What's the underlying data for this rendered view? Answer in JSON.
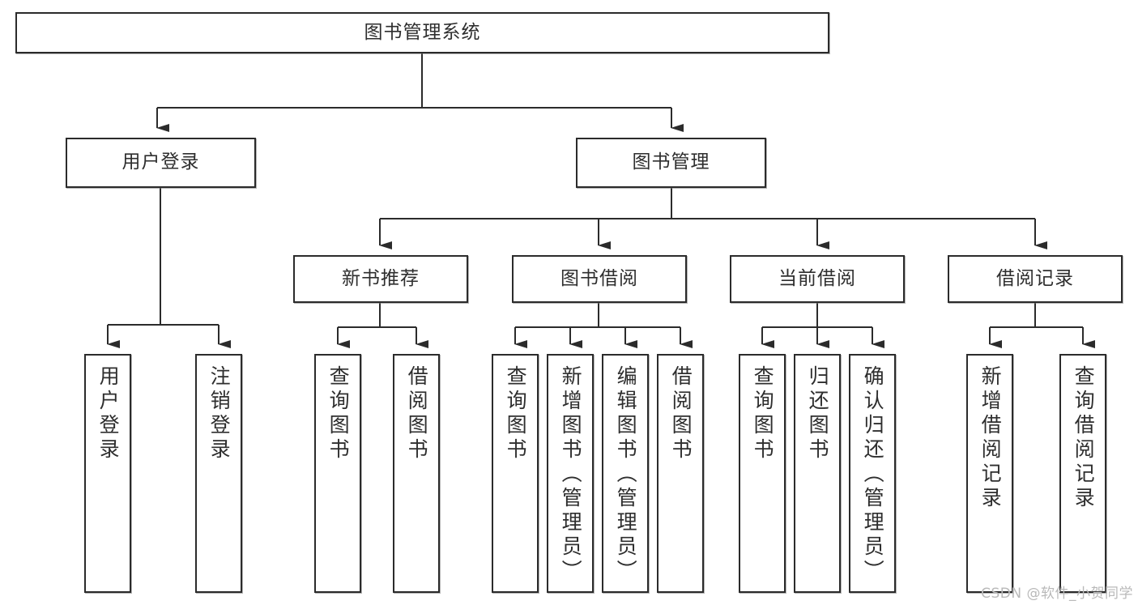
{
  "diagram": {
    "type": "tree",
    "title": "图书管理系统",
    "root": {
      "label": "图书管理系统"
    },
    "level2": [
      {
        "label": "用户登录"
      },
      {
        "label": "图书管理"
      }
    ],
    "level3": [
      {
        "label": "新书推荐"
      },
      {
        "label": "图书借阅"
      },
      {
        "label": "当前借阅"
      },
      {
        "label": "借阅记录"
      }
    ],
    "leaves": {
      "user_login": [
        {
          "label": "用户登录"
        },
        {
          "label": "注销登录"
        }
      ],
      "new_book_recommend": [
        {
          "label": "查询图书"
        },
        {
          "label": "借阅图书"
        }
      ],
      "book_borrow": [
        {
          "label": "查询图书"
        },
        {
          "label": "新增图书（管理员）"
        },
        {
          "label": "编辑图书（管理员）"
        },
        {
          "label": "借阅图书"
        }
      ],
      "current_borrow": [
        {
          "label": "查询图书"
        },
        {
          "label": "归还图书"
        },
        {
          "label": "确认归还（管理员）"
        }
      ],
      "borrow_record": [
        {
          "label": "新增借阅记录"
        },
        {
          "label": "查询借阅记录"
        }
      ]
    }
  },
  "watermark": {
    "text": "CSDN @软件_小贺同学"
  },
  "colors": {
    "border": "#2b2b2b",
    "text": "#2e2e2e",
    "background": "#ffffff",
    "line": "#2b2b2b",
    "watermark": "#b9b9b9"
  }
}
